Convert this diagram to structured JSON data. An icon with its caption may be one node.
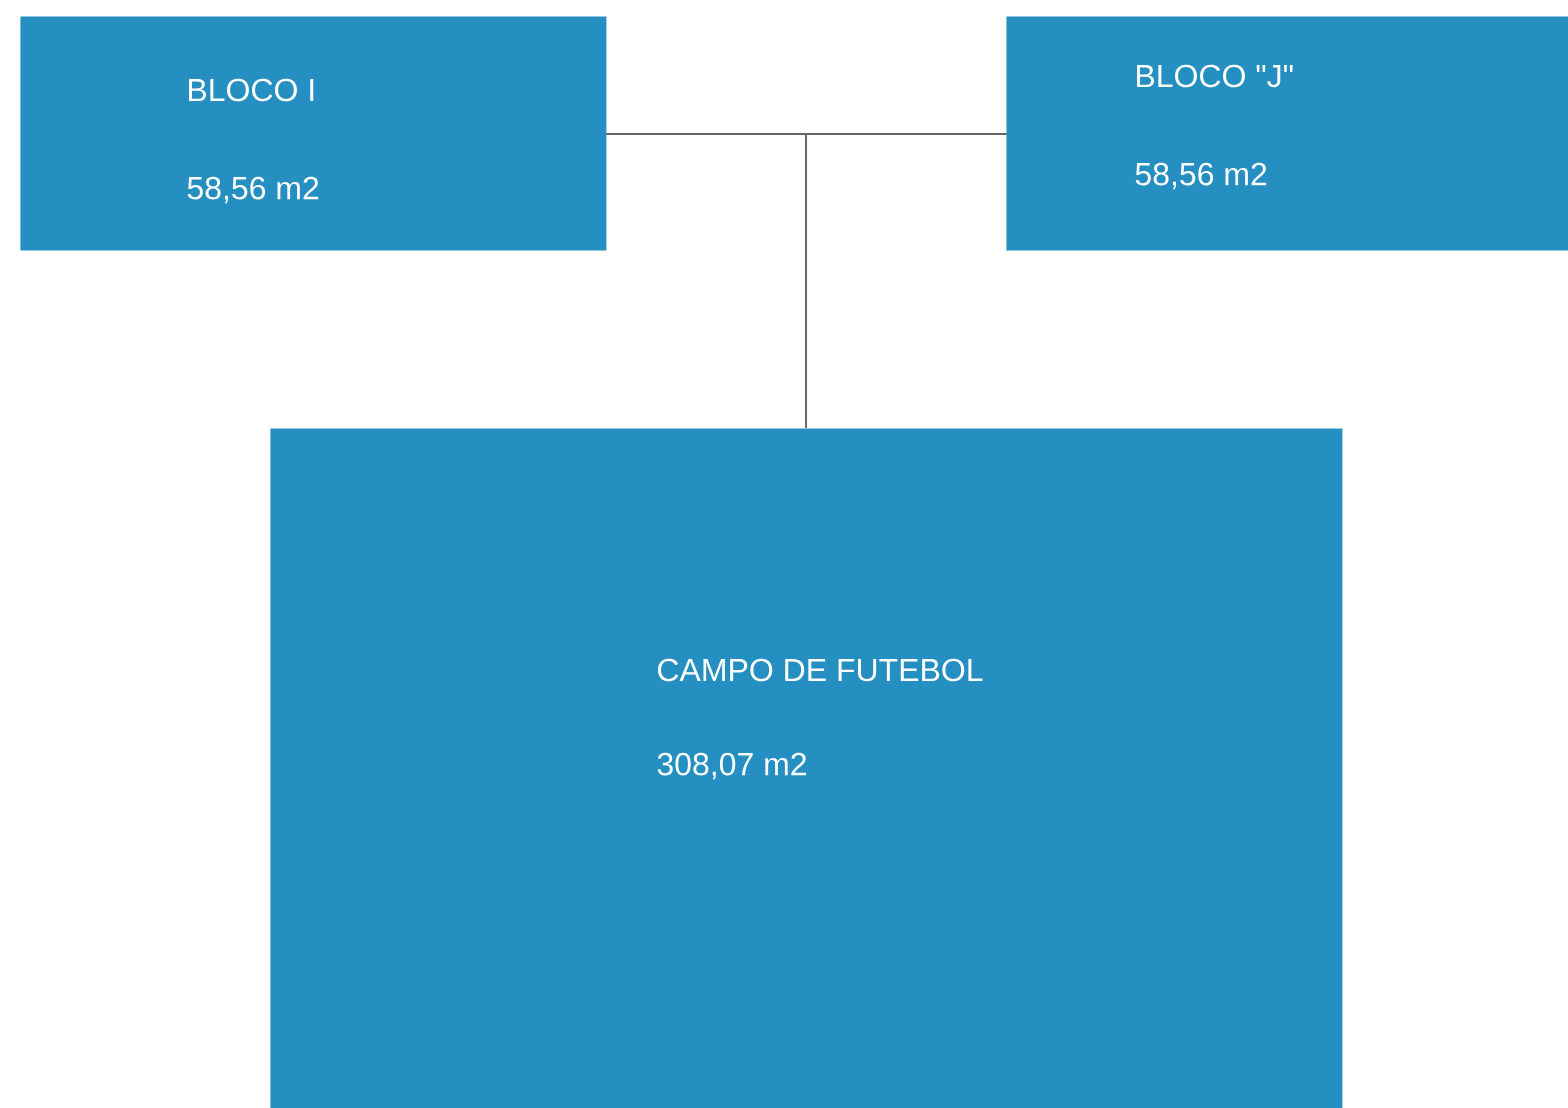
{
  "diagram": {
    "nodes": [
      {
        "text": [
          "BLOCO I",
          "58,56 m2"
        ]
      },
      {
        "text": [
          "BLOCO \"J\"",
          "58,56 m2"
        ]
      },
      {
        "text": [
          "CAMPO DE FUTEBOL",
          "308,07 m2"
        ]
      }
    ],
    "edges": [
      {
        "from": 0,
        "to": 2,
        "arrow": "none"
      },
      {
        "from": 1,
        "to": 2,
        "arrow": "none"
      }
    ]
  }
}
